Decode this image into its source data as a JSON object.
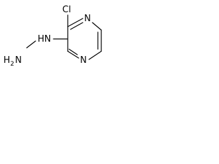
{
  "molecule": {
    "atoms": {
      "chlorine": "Cl",
      "ring_nitrogen_top": "N",
      "ring_nitrogen_bottom": "N",
      "hydrazine_nh": "HN",
      "hydrazine_nh2_main": "H",
      "hydrazine_nh2_sub": "2",
      "hydrazine_nh2_tail": "N"
    }
  }
}
